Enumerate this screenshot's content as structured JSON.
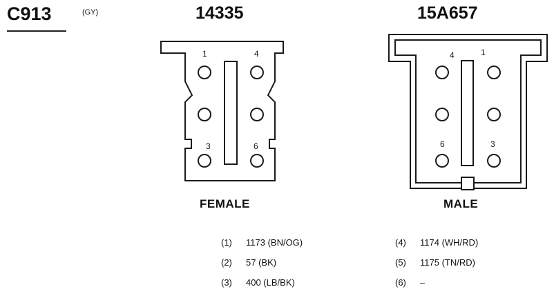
{
  "connector": {
    "id": "C913",
    "color": "(GY)"
  },
  "female": {
    "part_number": "14335",
    "label": "FEMALE",
    "pin_labels": [
      "1",
      "4",
      "3",
      "6"
    ]
  },
  "male": {
    "part_number": "15A657",
    "label": "MALE",
    "pin_labels": [
      "4",
      "1",
      "6",
      "3"
    ]
  },
  "pinout": [
    {
      "num": "(1)",
      "desc": "1173 (BN/OG)"
    },
    {
      "num": "(2)",
      "desc": "57 (BK)"
    },
    {
      "num": "(3)",
      "desc": "400 (LB/BK)"
    },
    {
      "num": "(4)",
      "desc": "1174 (WH/RD)"
    },
    {
      "num": "(5)",
      "desc": "1175 (TN/RD)"
    },
    {
      "num": "(6)",
      "desc": "–"
    }
  ]
}
